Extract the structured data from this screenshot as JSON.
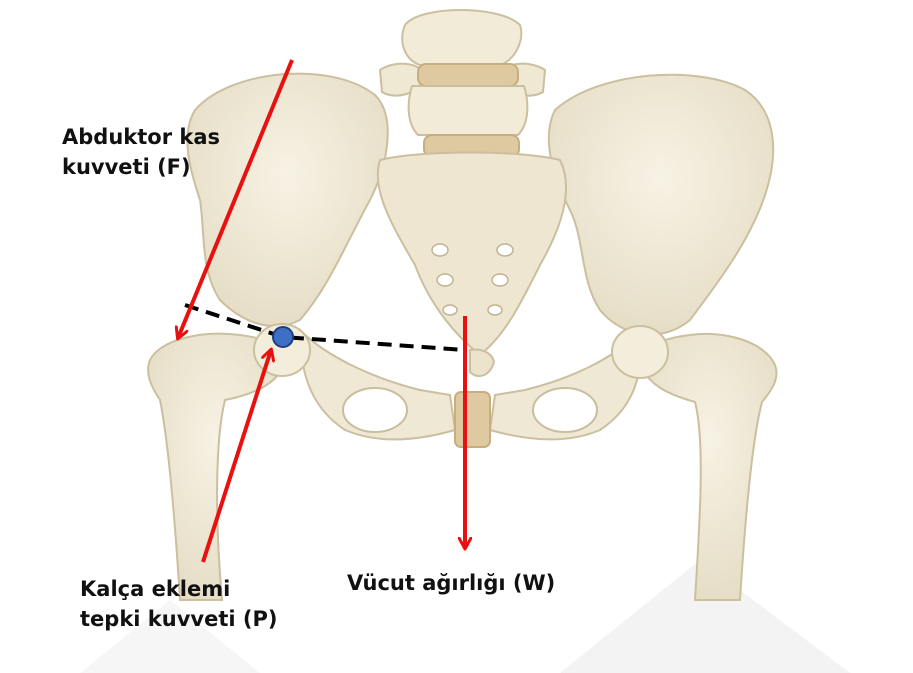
{
  "labels": {
    "abductor_line1": "Abduktor kas",
    "abductor_line2": "kuvveti (F)",
    "body_weight": "Vücut ağırlığı (W)",
    "hip_reaction_line1": "Kalça eklemi",
    "hip_reaction_line2": "tepki kuvveti (P)"
  },
  "colors": {
    "force_arrow": "#e8110f",
    "lever_line": "#000000",
    "joint_marker": "#3d6fc4",
    "joint_marker_outline": "#1f3f80",
    "bone": "#f1ebd8",
    "bone_shadow": "#cfc6ad",
    "disc": "#dfc9a0",
    "watermark": "#f2f2f2"
  },
  "icons": {
    "joint_marker": "circle-marker-icon",
    "arrowhead": "arrowhead-icon"
  }
}
